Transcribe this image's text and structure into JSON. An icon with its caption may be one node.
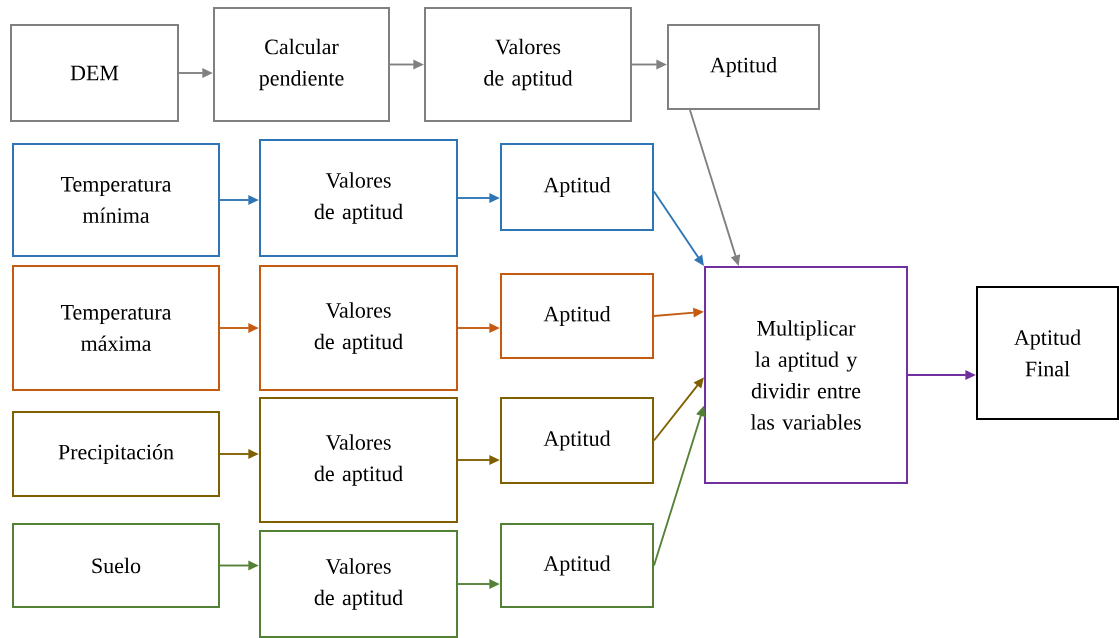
{
  "diagram": {
    "nodes": [
      {
        "text": [
          "DEM"
        ]
      },
      {
        "text": [
          "Calcular pendiente"
        ]
      },
      {
        "text": [
          "Valores de aptitud"
        ]
      },
      {
        "text": [
          "Aptitud"
        ]
      },
      {
        "text": [
          "Temperatura mínima"
        ]
      },
      {
        "text": [
          "Valores de aptitud"
        ]
      },
      {
        "text": [
          "Aptitud"
        ]
      },
      {
        "text": [
          "Temperatura máxima"
        ]
      },
      {
        "text": [
          "Valores de aptitud"
        ]
      },
      {
        "text": [
          "Aptitud"
        ]
      },
      {
        "text": [
          "Precipitación"
        ]
      },
      {
        "text": [
          "Valores de aptitud"
        ]
      },
      {
        "text": [
          "Aptitud"
        ]
      },
      {
        "text": [
          "Suelo"
        ]
      },
      {
        "text": [
          "Valores de aptitud"
        ]
      },
      {
        "text": [
          "Aptitud"
        ]
      },
      {
        "text": [
          "Multiplicar la aptitud y dividir entre las variables"
        ]
      },
      {
        "text": [
          "Aptitud Final"
        ]
      }
    ],
    "edges": [
      {
        "from": 0,
        "to": 1,
        "arrow": "to",
        "color": "#808080"
      },
      {
        "from": 1,
        "to": 2,
        "arrow": "to",
        "color": "#808080"
      },
      {
        "from": 2,
        "to": 3,
        "arrow": "to",
        "color": "#808080"
      },
      {
        "from": 4,
        "to": 5,
        "arrow": "to",
        "color": "#2e75b6"
      },
      {
        "from": 5,
        "to": 6,
        "arrow": "to",
        "color": "#2e75b6"
      },
      {
        "from": 7,
        "to": 8,
        "arrow": "to",
        "color": "#c55a11"
      },
      {
        "from": 8,
        "to": 9,
        "arrow": "to",
        "color": "#c55a11"
      },
      {
        "from": 10,
        "to": 11,
        "arrow": "to",
        "color": "#7f6000"
      },
      {
        "from": 11,
        "to": 12,
        "arrow": "to",
        "color": "#7f6000"
      },
      {
        "from": 13,
        "to": 14,
        "arrow": "to",
        "color": "#538135"
      },
      {
        "from": 14,
        "to": 15,
        "arrow": "to",
        "color": "#538135"
      },
      {
        "from": 3,
        "to": 16,
        "arrow": "to",
        "color": "#808080"
      },
      {
        "from": 6,
        "to": 16,
        "arrow": "to",
        "color": "#2e75b6"
      },
      {
        "from": 9,
        "to": 16,
        "arrow": "to",
        "color": "#c55a11"
      },
      {
        "from": 12,
        "to": 16,
        "arrow": "to",
        "color": "#7f6000"
      },
      {
        "from": 15,
        "to": 16,
        "arrow": "to",
        "color": "#538135"
      },
      {
        "from": 16,
        "to": 17,
        "arrow": "to",
        "color": "#7030a0"
      }
    ]
  }
}
